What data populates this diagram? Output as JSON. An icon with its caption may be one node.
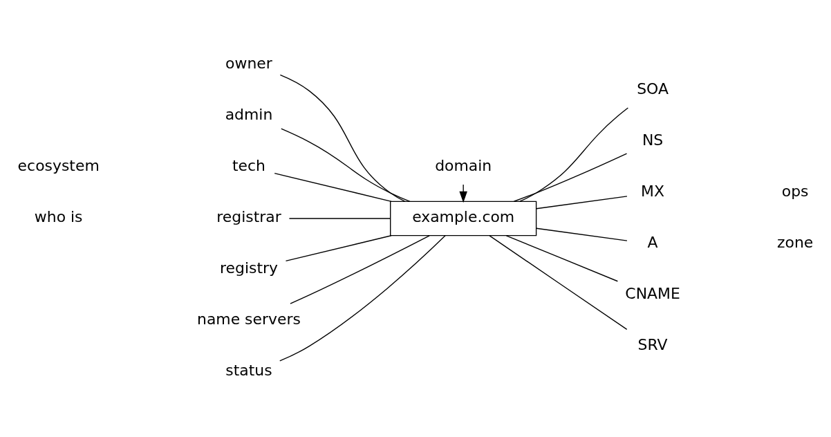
{
  "diagram": {
    "nodes": [
      {
        "text": [
          "example.com"
        ]
      },
      {
        "text": [
          "domain"
        ]
      },
      {
        "text": [
          "owner"
        ]
      },
      {
        "text": [
          "admin"
        ]
      },
      {
        "text": [
          "tech"
        ]
      },
      {
        "text": [
          "registrar"
        ]
      },
      {
        "text": [
          "registry"
        ]
      },
      {
        "text": [
          "name servers"
        ]
      },
      {
        "text": [
          "status"
        ]
      },
      {
        "text": [
          "SOA"
        ]
      },
      {
        "text": [
          "NS"
        ]
      },
      {
        "text": [
          "MX"
        ]
      },
      {
        "text": [
          "A"
        ]
      },
      {
        "text": [
          "CNAME"
        ]
      },
      {
        "text": [
          "SRV"
        ]
      }
    ],
    "edges": [
      {
        "from": 1,
        "to": 0,
        "arrow": "to"
      },
      {
        "from": 2,
        "to": 0,
        "arrow": "none"
      },
      {
        "from": 3,
        "to": 0,
        "arrow": "none"
      },
      {
        "from": 4,
        "to": 0,
        "arrow": "none"
      },
      {
        "from": 5,
        "to": 0,
        "arrow": "none"
      },
      {
        "from": 6,
        "to": 0,
        "arrow": "none"
      },
      {
        "from": 7,
        "to": 0,
        "arrow": "none"
      },
      {
        "from": 8,
        "to": 0,
        "arrow": "none"
      },
      {
        "from": 0,
        "to": 9,
        "arrow": "none"
      },
      {
        "from": 0,
        "to": 10,
        "arrow": "none"
      },
      {
        "from": 0,
        "to": 11,
        "arrow": "none"
      },
      {
        "from": 0,
        "to": 12,
        "arrow": "none"
      },
      {
        "from": 0,
        "to": 13,
        "arrow": "none"
      },
      {
        "from": 0,
        "to": 14,
        "arrow": "none"
      }
    ],
    "labels": [
      "ecosystem",
      "ops",
      "who is",
      "zone"
    ]
  }
}
